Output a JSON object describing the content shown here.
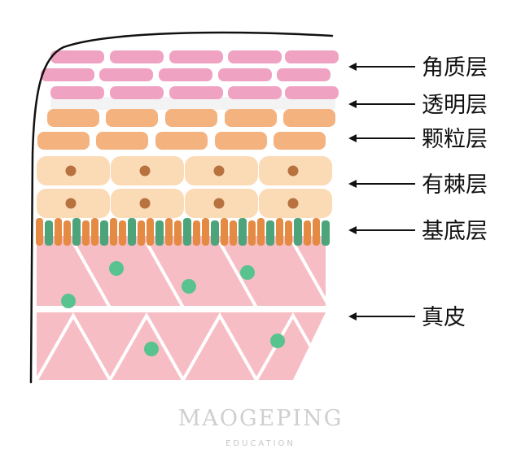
{
  "labels": {
    "stratum_corneum": "角质层",
    "stratum_lucidum": "透明层",
    "stratum_granulosum": "颗粒层",
    "stratum_spinosum": "有棘层",
    "stratum_basale": "基底层",
    "dermis": "真皮"
  },
  "watermark": {
    "brand": "MAOGEPING",
    "sub": "EDUCATION"
  },
  "colors": {
    "corneum": "#f0a2c2",
    "lucidum": "#f3f3f3",
    "granulosum": "#f4b27f",
    "spinosum_cell": "#fbdab6",
    "nucleus": "#b8723f",
    "basal_orange": "#e58a43",
    "basal_green": "#4ea47a",
    "dermis": "#f7bdc4",
    "dermis_dot": "#58c38f",
    "outline": "#111111"
  },
  "icons": {
    "arrow": "left-arrow-icon"
  }
}
